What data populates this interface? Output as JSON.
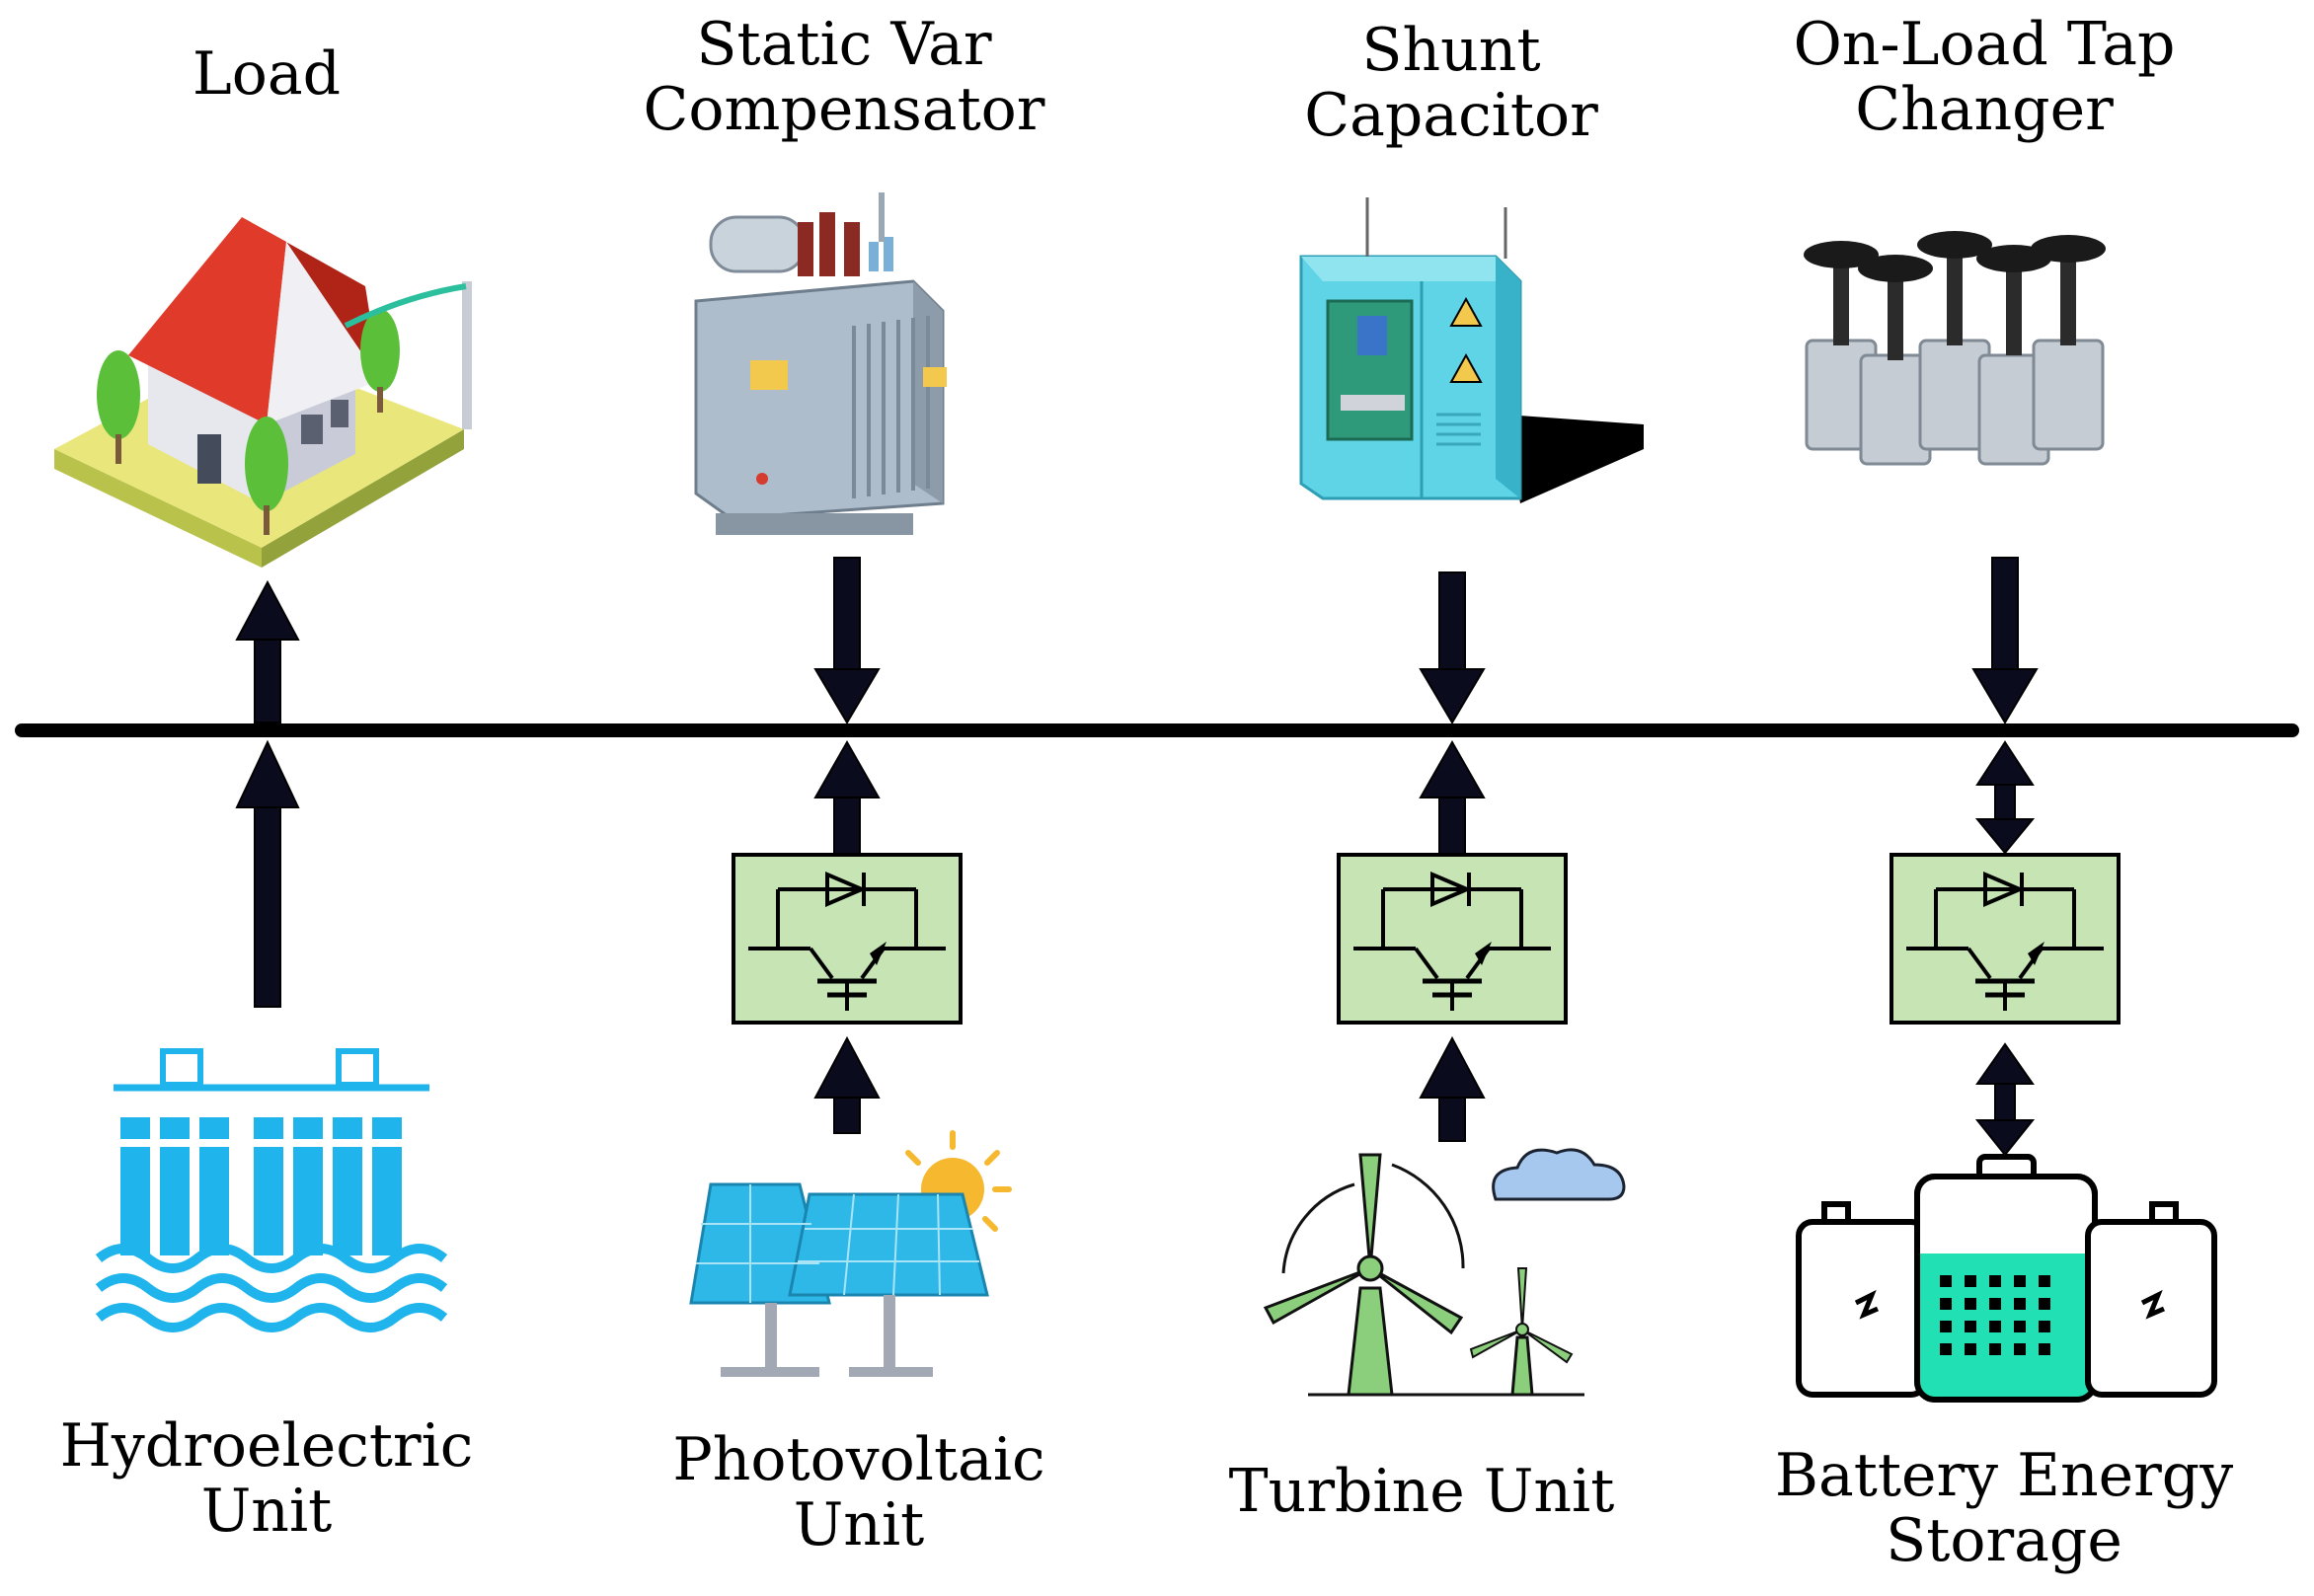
{
  "top_labels": [
    {
      "lines": [
        "Load"
      ]
    },
    {
      "lines": [
        "Static Var",
        "Compensator"
      ]
    },
    {
      "lines": [
        "Shunt",
        "Capacitor"
      ]
    },
    {
      "lines": [
        "On-Load Tap",
        "Changer"
      ]
    }
  ],
  "bottom_labels": [
    {
      "lines": [
        "Hydroelectric",
        "Unit"
      ]
    },
    {
      "lines": [
        "Photovoltaic",
        "Unit"
      ]
    },
    {
      "lines": [
        "Turbine Unit"
      ]
    },
    {
      "lines": [
        "Battery Energy",
        "Storage"
      ]
    }
  ],
  "icons": {
    "load": "house-icon",
    "svc": "transformer-icon",
    "shunt": "capacitor-cabinet-icon",
    "oltc": "tap-changer-icon",
    "hydro": "hydroelectric-dam-icon",
    "pv": "solar-panel-icon",
    "wind": "wind-turbine-icon",
    "battery": "battery-icon",
    "converter": "igbt-converter-icon"
  },
  "colors": {
    "bus": "#000000",
    "arrow": "#0b0b1e",
    "converter_fill": "#c6e4b4",
    "hydro": "#1fb4ec",
    "pv": "#2eb8e8",
    "sun": "#f5b82e",
    "turbine": "#8bcf7c",
    "battery_fluid": "#21e0b4",
    "cloud": "#a7c8ee",
    "roof": "#e03a2a",
    "cabinet": "#4fcce0",
    "transformer": "#a9b8c6"
  }
}
